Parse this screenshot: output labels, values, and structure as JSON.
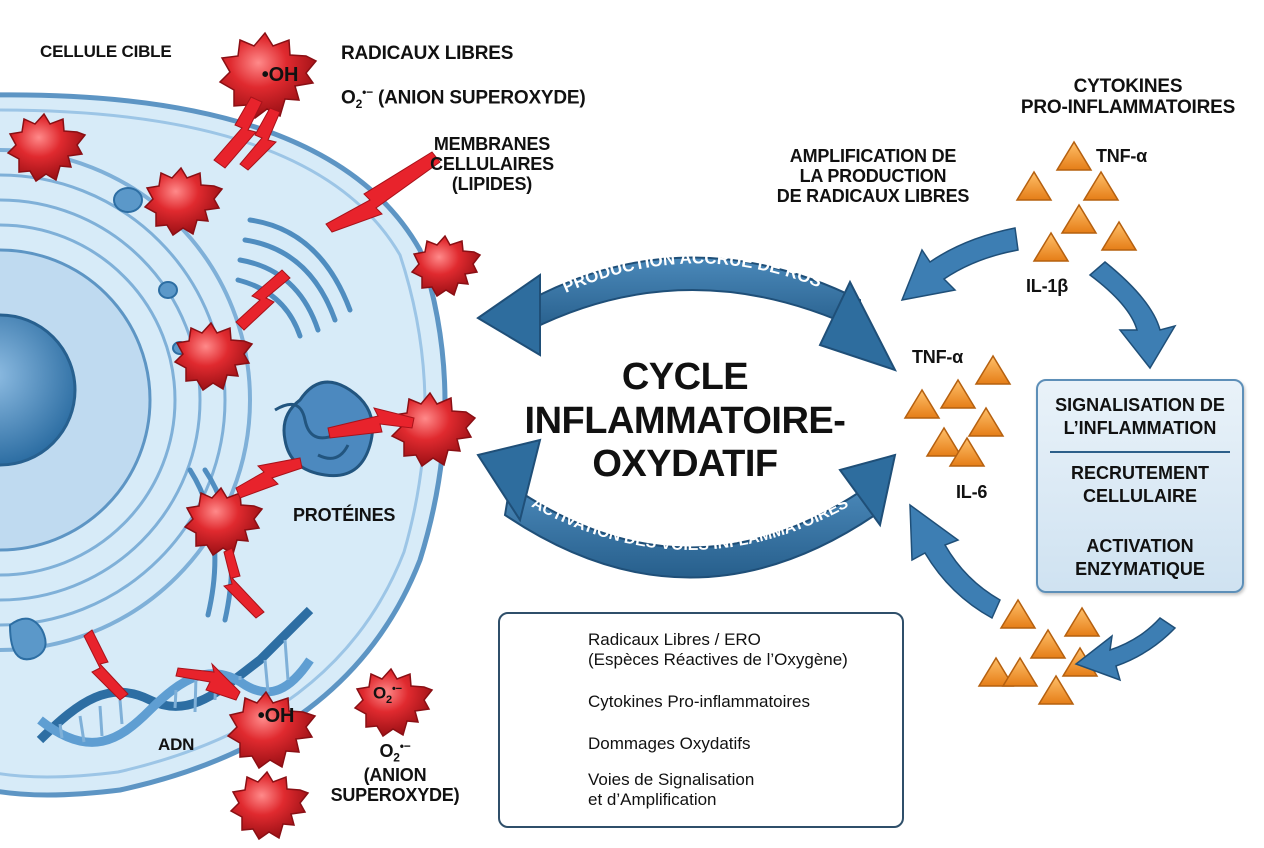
{
  "labels": {
    "target_cell": "CELLULE CIBLE",
    "free_radicals": "RADICAUX LIBRES",
    "oh_radical": "•OH",
    "superoxide_prefix": "O",
    "superoxide_sub": "2",
    "superoxide_sup": "•−",
    "superoxide_name": "(ANION SUPEROXYDE)",
    "membranes_line1": "MEMBRANES",
    "membranes_line2": "CELLULAIRES",
    "membranes_line3": "(LIPIDES)",
    "proteins": "PROTÉINES",
    "dna": "ADN",
    "superoxide_bottom_line1": "(ANION",
    "superoxide_bottom_line2": "SUPEROXYDE)"
  },
  "cycle": {
    "title_line1": "CYCLE",
    "title_line2": "INFLAMMATOIRE-",
    "title_line3": "OXYDATIF",
    "top_arrow_text": "PRODUCTION ACCRUE DE ROS",
    "bottom_arrow_text": "ACTIVATION DES VOIES INFLAMMATOIRES"
  },
  "cytokines": {
    "header_line1": "CYTOKINES",
    "header_line2": "PRO-INFLAMMATOIRES",
    "tnf": "TNF-α",
    "il1": "IL-1β",
    "tnf_mid": "TNF-α",
    "il6": "IL-6",
    "amplification_line1": "AMPLIFICATION DE",
    "amplification_line2": "LA PRODUCTION",
    "amplification_line3": "DE RADICAUX LIBRES"
  },
  "signaling_box": {
    "line1": "SIGNALISATION DE",
    "line2": "L’INFLAMMATION",
    "line3": "RECRUTEMENT",
    "line4": "CELLULAIRE",
    "line5": "ACTIVATION",
    "line6": "ENZYMATIQUE"
  },
  "legend": {
    "radicals_line1": "Radicaux Libres / ERO",
    "radicals_line2": "(Espèces Réactives de l’Oxygène)",
    "cytokines": "Cytokines Pro-inflammatoires",
    "damage": "Dommages Oxydatifs",
    "pathways_line1": "Voies de Signalisation",
    "pathways_line2": "et d’Amplification"
  },
  "colors": {
    "radical_red": "#d8232a",
    "cytokine_orange": "#f0962e",
    "signal_blue": "#2e6d9e",
    "cell_blue": "#cfe6f6"
  }
}
